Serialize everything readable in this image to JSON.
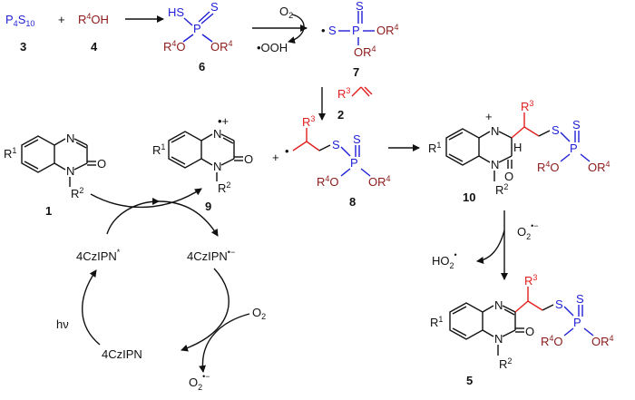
{
  "reagents": {
    "p4s10_a": "P",
    "p4s10_sub1": "4",
    "p4s10_b": "S",
    "p4s10_sub2": "10",
    "plus": "+",
    "r4oh_a": "R",
    "r4oh_sup": "4",
    "r4oh_b": "OH",
    "o2_top": "O",
    "o2_top_sub": "2",
    "ooh": "•OOH",
    "alkene_r3": "R",
    "alkene_r3_sup": "3"
  },
  "compound_labels": {
    "c1": "1",
    "c2": "2",
    "c3": "3",
    "c4": "4",
    "c5": "5",
    "c6": "6",
    "c7": "7",
    "c8": "8",
    "c9": "9",
    "c10": "10"
  },
  "atoms": {
    "S": "S",
    "HS": "HS",
    "P": "P",
    "N": "N",
    "O": "O",
    "H": "H",
    "R": "R",
    "sup1": "1",
    "sup2": "2",
    "sup3": "3",
    "sup4": "4",
    "plus": "+",
    "radical_cation": "•+",
    "radical_dot": "•"
  },
  "catalytic_cycle": {
    "cat_excited": "4CzIPN",
    "cat_excited_sup": "*",
    "cat_reduced": "4CzIPN",
    "cat_reduced_sup": "•−",
    "cat_ground": "4CzIPN",
    "light": "hν",
    "o2": "O",
    "o2_sub": "2",
    "superoxide": "O",
    "superoxide_sub": "2",
    "superoxide_sup": "•−"
  },
  "step_10_to_5": {
    "oxidant": "O",
    "oxidant_sub": "2",
    "oxidant_sup": "•−",
    "byproduct": "HO",
    "byproduct_sub": "2",
    "byproduct_sup": "•"
  }
}
